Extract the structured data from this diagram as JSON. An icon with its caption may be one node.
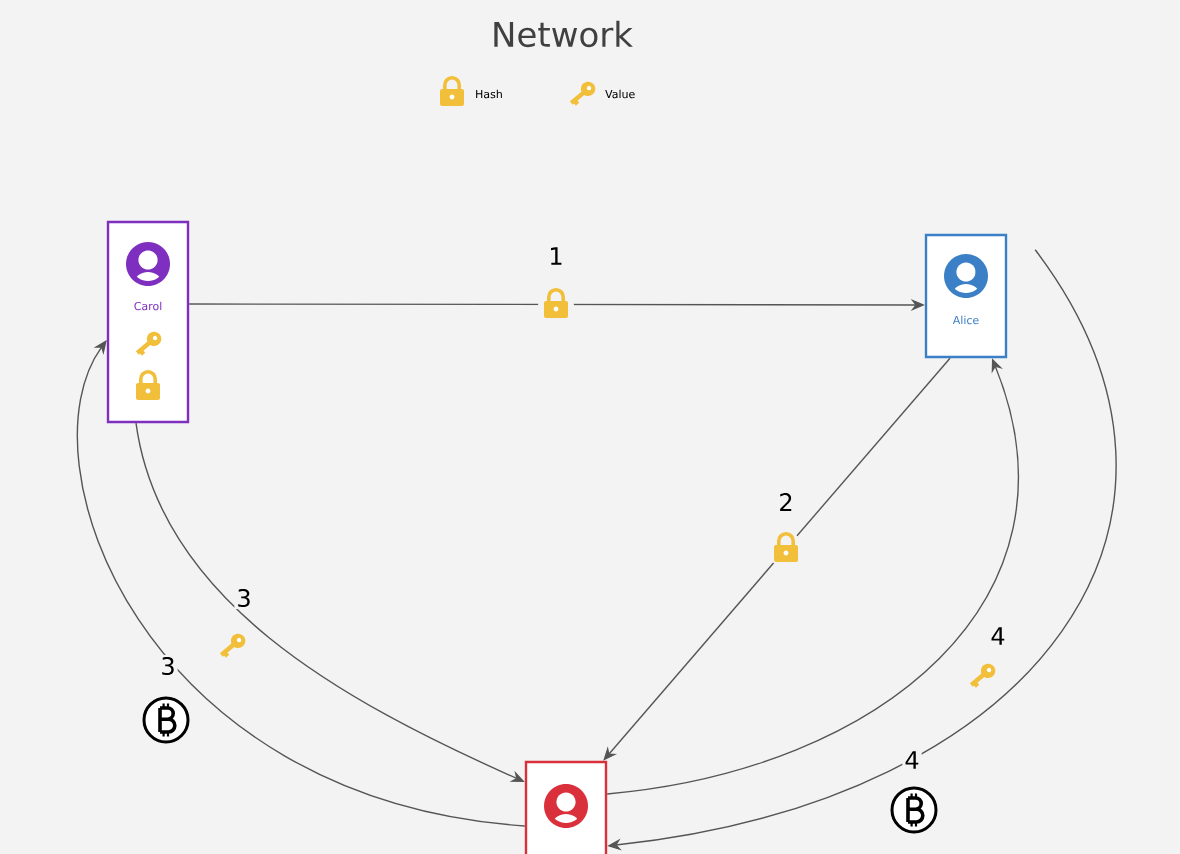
{
  "diagram": {
    "title": "Network",
    "nodes": [
      {
        "text": [
          "Carol"
        ]
      },
      {
        "text": [
          "Alice"
        ]
      },
      {
        "text": [],
        "shape": "box"
      }
    ],
    "edges": [
      {
        "from": 0,
        "to": 1,
        "arrow": "to",
        "label": "1"
      },
      {
        "from": 1,
        "to": 2,
        "arrow": "to",
        "label": "2"
      },
      {
        "from": 0,
        "to": 2,
        "arrow": "to",
        "label": "3"
      },
      {
        "from": 2,
        "to": 0,
        "arrow": "to",
        "label": "3"
      },
      {
        "from": 2,
        "to": 1,
        "arrow": "to",
        "label": "4"
      },
      {
        "from": 1,
        "to": 2,
        "arrow": "to",
        "label": "4"
      }
    ],
    "legend": [
      {
        "text": "Hash"
      },
      {
        "text": "Value"
      }
    ]
  }
}
